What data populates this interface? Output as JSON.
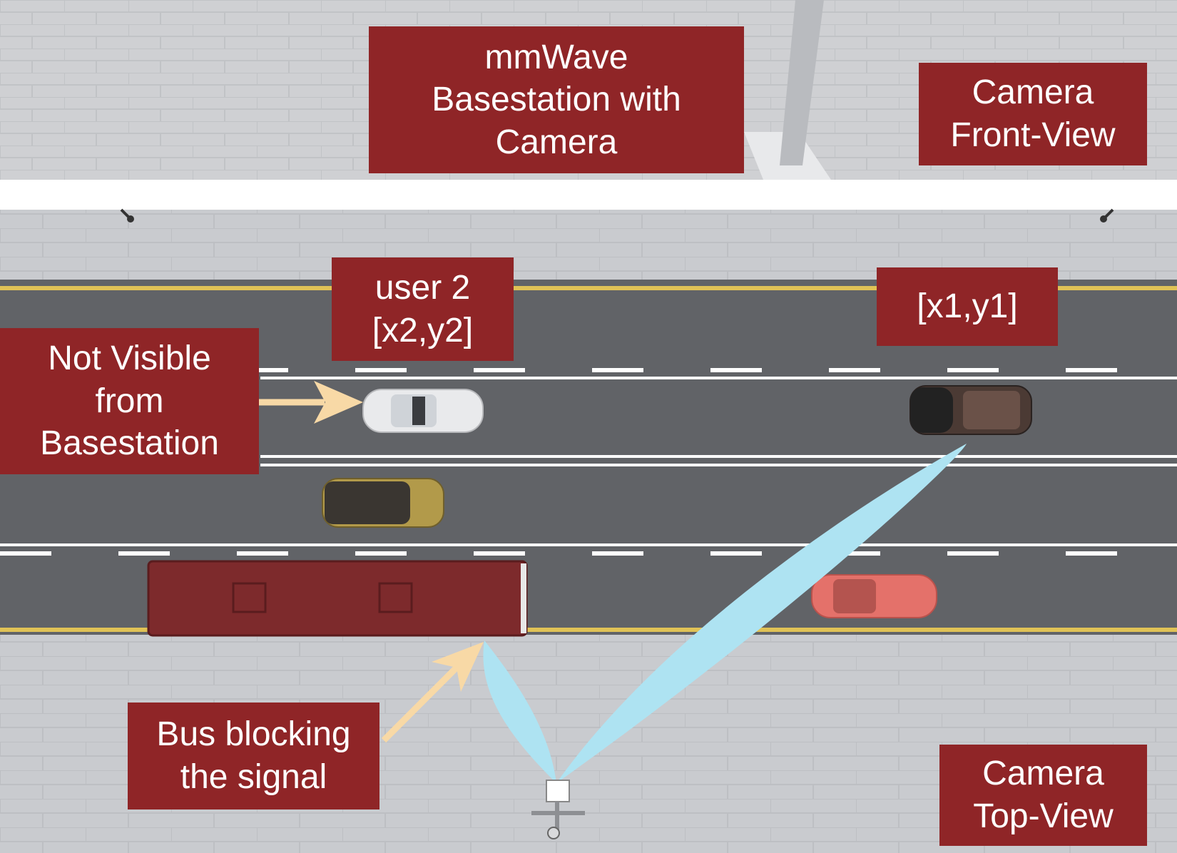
{
  "labels": {
    "basestation": "mmWave\nBasestation with\nCamera",
    "front_view": "Camera\nFront-View",
    "user2": "user 2\n[x2,y2]",
    "user1": "[x1,y1]",
    "not_visible": "Not Visible\nfrom\nBasestation",
    "bus_blocking": "Bus blocking\nthe signal",
    "top_view": "Camera\nTop-View"
  },
  "colors": {
    "label_bg": "#8f2527",
    "label_text": "#ffffff",
    "beam": "#aee3f2",
    "arrow": "#f8d9a6",
    "road": "#5f6165",
    "lane_line": "#ffffff",
    "edge_line": "#e0c256",
    "bus": "#7d2a2c"
  },
  "vehicles": [
    {
      "kind": "car",
      "color": "#e9eaec",
      "role": "user 2"
    },
    {
      "kind": "suv",
      "color": "#4b3a34",
      "role": "user 1"
    },
    {
      "kind": "suv",
      "color": "#b29a4a",
      "role": "other"
    },
    {
      "kind": "car",
      "color": "#e4716a",
      "role": "other"
    },
    {
      "kind": "bus",
      "color": "#7d2a2c",
      "role": "blocker"
    }
  ]
}
